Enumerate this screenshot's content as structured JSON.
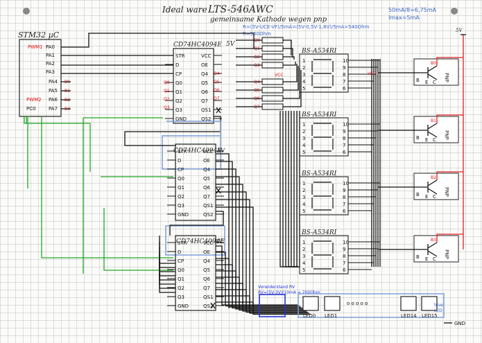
{
  "title": {
    "line1": "Ideal ware",
    "line2": "LTS-546AWC",
    "line3": "gemeinsame Kathode wegen pnp"
  },
  "info_right": {
    "line1": "50mA/8=6,75mA",
    "line2": "Imax=5mA"
  },
  "resistor_note": {
    "line1": "R=(5V-UCE-VF)/5mA=(5V-0,5V-1,8V)/5mA=540Ohm",
    "line2": "R=560Ohm"
  },
  "mcu": {
    "name": "STM32 µC",
    "pins": [
      "PA0",
      "PA1",
      "PA2",
      "PA3",
      "PA4",
      "PA5",
      "PA6",
      "PA7"
    ],
    "red_labels": [
      "PWM1",
      "PWM2"
    ],
    "pc": "PC0",
    "bit_labels": [
      "B0",
      "B1",
      "B2",
      "B3"
    ]
  },
  "shift_registers": {
    "names": [
      "CD74HC4094E",
      "CD74HC4094E",
      "CD74HC4094E"
    ],
    "left_pins": [
      "STR",
      "D",
      "CP",
      "Q0",
      "Q1",
      "Q2",
      "Q3",
      "GND"
    ],
    "right_pins": [
      "VCC",
      "OE",
      "Q4",
      "Q5",
      "Q6",
      "Q7",
      "QS1",
      "QS2"
    ],
    "q_labels": [
      "Q0",
      "Q1",
      "Q2",
      "Q3",
      "Q4",
      "Q5",
      "Q6",
      "Q7"
    ],
    "supply": "5V"
  },
  "displays": {
    "names": [
      "BS-A534RI",
      "BS-A534RI",
      "BS-A534RI",
      "BS-A534RI"
    ],
    "vcc": "VCC"
  },
  "transistors": {
    "labels": [
      "B0",
      "B1",
      "B2",
      "B3"
    ],
    "type": "PNP",
    "pins": [
      "E",
      "C",
      "B"
    ],
    "supply": "5V"
  },
  "series_resistor": {
    "title": "Vorwiderstand RV",
    "formula": "RV=(5V-3V)/10mA = 200Ohm"
  },
  "leds": {
    "labels": [
      "LED0",
      "LED1",
      "LED14",
      "LED15"
    ],
    "dots": "o o o o o",
    "note_line1": "blue",
    "note_line2": "LED",
    "gnd": "GND"
  }
}
